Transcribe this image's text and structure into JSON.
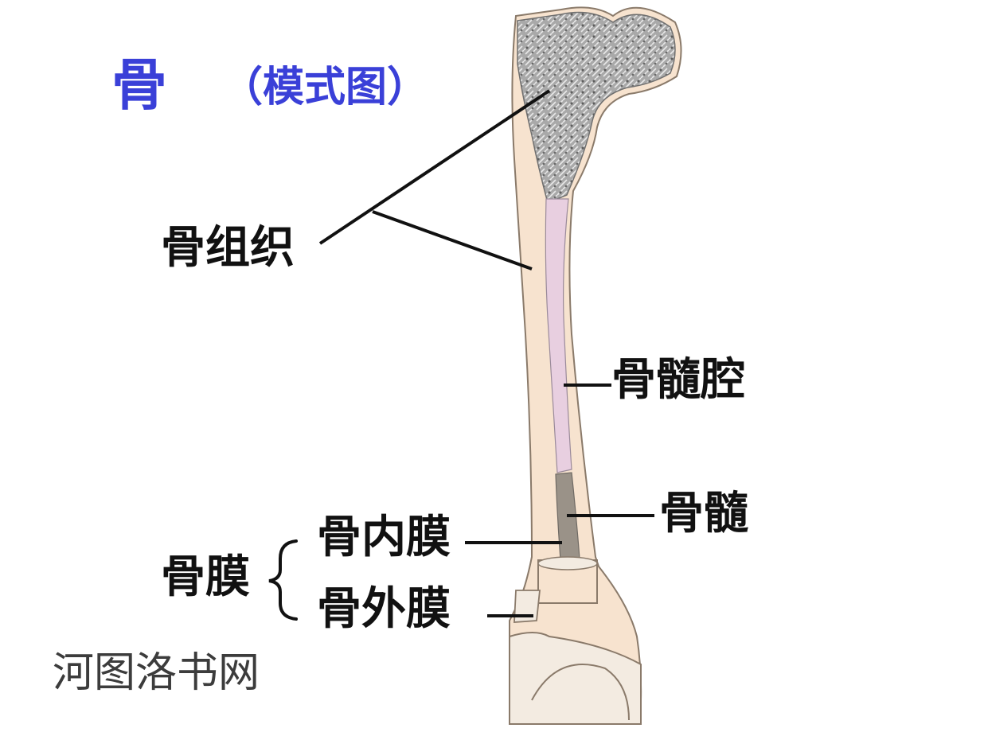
{
  "title": {
    "main": "骨",
    "sub": "（模式图）"
  },
  "labels": {
    "bone_tissue": "骨组织",
    "marrow_cavity": "骨髓腔",
    "marrow": "骨髓",
    "endosteum": "骨内膜",
    "periosteum_outer": "骨外膜",
    "periosteum": "骨膜"
  },
  "watermark": "河图洛书网",
  "colors": {
    "title": "#3a40d8",
    "bone": "#f7e3cf",
    "bone_outline": "#8a7a6a",
    "spongy": "#8f8f8f",
    "marrow_cavity": "#e8cfe0",
    "marrow": "#9a9288",
    "leader_line": "#111111"
  }
}
